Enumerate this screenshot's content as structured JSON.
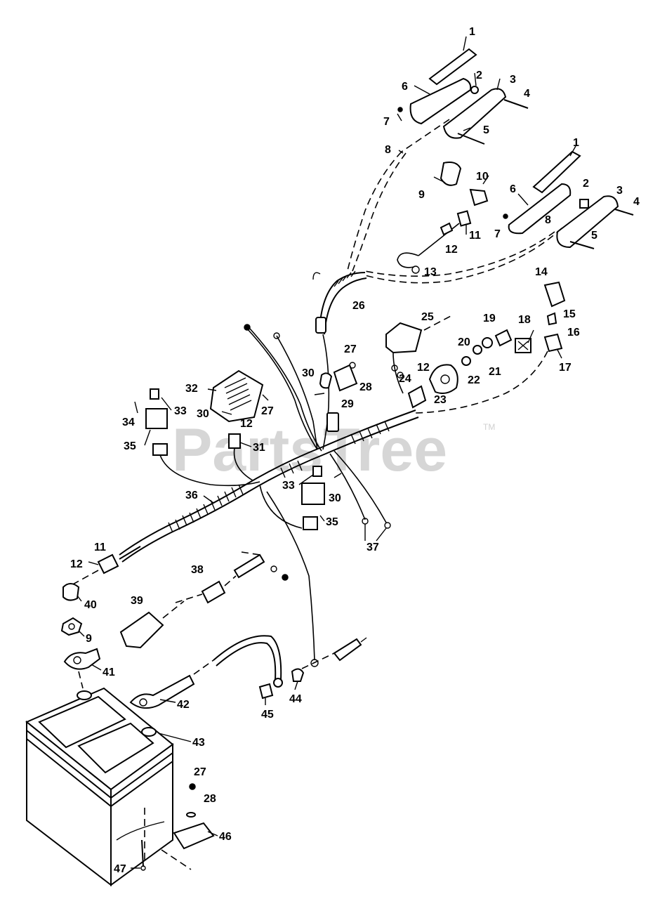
{
  "watermark": {
    "text": "PartsTree",
    "trademark": "TM"
  },
  "callouts": {
    "c1a": "1",
    "c2a": "2",
    "c3a": "3",
    "c4a": "4",
    "c5a": "5",
    "c6a": "6",
    "c7a": "7",
    "c8a": "8",
    "c1b": "1",
    "c2b": "2",
    "c3b": "3",
    "c4b": "4",
    "c5b": "5",
    "c6b": "6",
    "c7b": "7",
    "c8b": "8",
    "c9a": "9",
    "c10": "10",
    "c11a": "11",
    "c12a": "12",
    "c13": "13",
    "c14": "14",
    "c15": "15",
    "c16": "16",
    "c17": "17",
    "c18": "18",
    "c19": "19",
    "c20": "20",
    "c21": "21",
    "c22": "22",
    "c23": "23",
    "c24": "24",
    "c12b": "12",
    "c25": "25",
    "c26": "26",
    "c27a": "27",
    "c28a": "28",
    "c29": "29",
    "c30a": "30",
    "c32": "32",
    "c33a": "33",
    "c30b": "30",
    "c27b": "27",
    "c34": "34",
    "c35a": "35",
    "c12c": "12",
    "c31": "31",
    "c33b": "33",
    "c30c": "30",
    "c35b": "35",
    "c36": "36",
    "c37": "37",
    "c11b": "11",
    "c12d": "12",
    "c38": "38",
    "c40": "40",
    "c39": "39",
    "c9b": "9",
    "c41": "41",
    "c42": "42",
    "c44": "44",
    "c45": "45",
    "c43": "43",
    "c27c": "27",
    "c28b": "28",
    "c46": "46",
    "c47": "47"
  }
}
